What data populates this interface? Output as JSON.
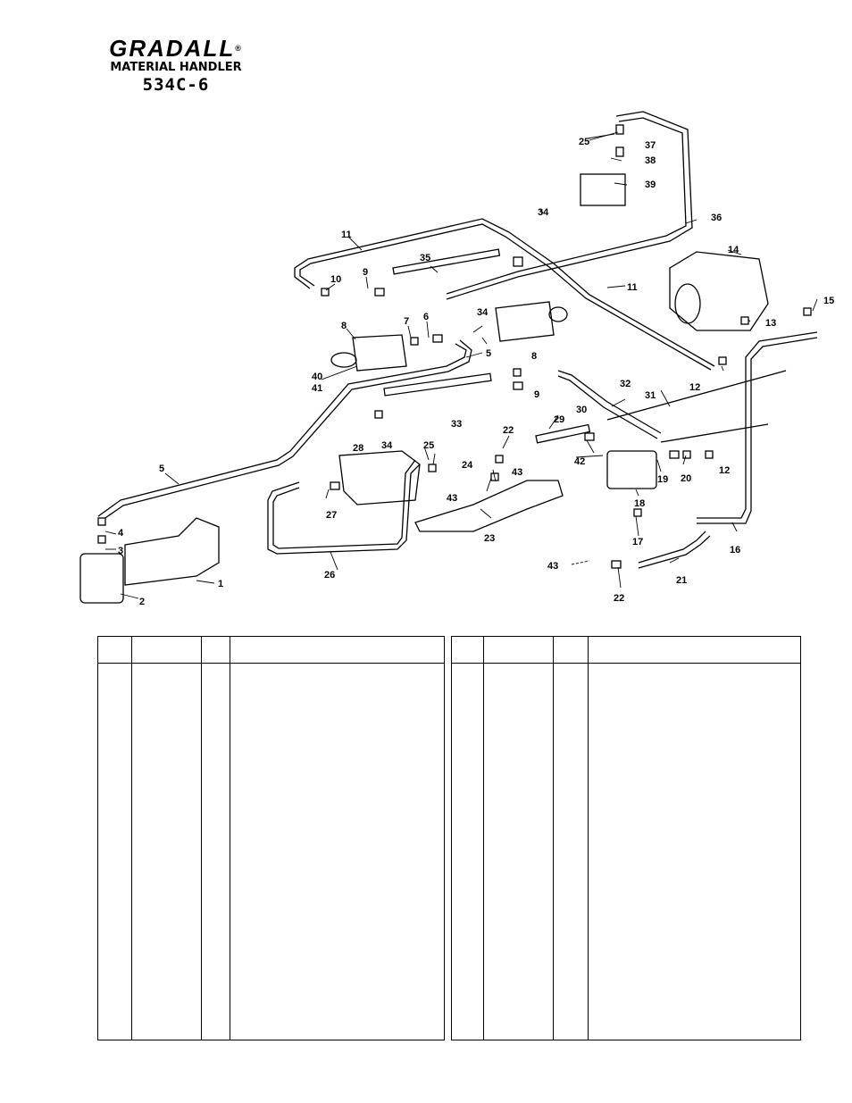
{
  "brand": {
    "name": "GRADALL",
    "registered": "®",
    "subtitle": "MATERIAL HANDLER",
    "model": "534C-6"
  },
  "diagram": {
    "callouts": [
      "1",
      "2",
      "3",
      "4",
      "5",
      "6",
      "7",
      "8",
      "9",
      "10",
      "11",
      "12",
      "13",
      "14",
      "15",
      "16",
      "17",
      "18",
      "19",
      "20",
      "21",
      "22",
      "23",
      "24",
      "25",
      "26",
      "27",
      "28",
      "29",
      "30",
      "31",
      "32",
      "33",
      "34",
      "35",
      "36",
      "37",
      "38",
      "39",
      "40",
      "41",
      "42",
      "43"
    ]
  },
  "parts_table": {
    "left": {
      "columns": 4
    },
    "right": {
      "columns": 4
    }
  }
}
